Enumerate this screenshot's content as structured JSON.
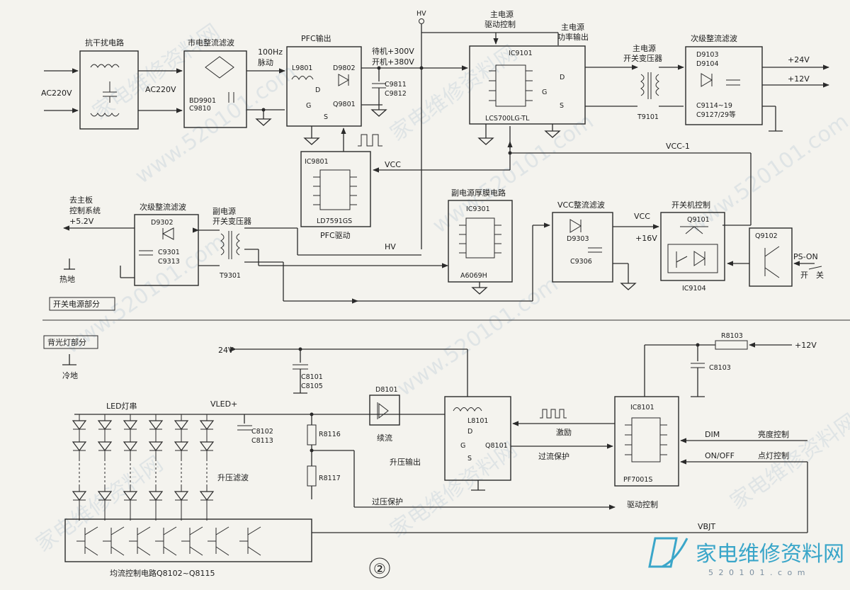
{
  "watermark": {
    "cn": "家电维修资料网",
    "url": "www.520101.com",
    "logo_sub": "5 2 0 1 0 1 . c o m"
  },
  "figure_number": "②",
  "sections": {
    "power": "开关电源部分",
    "backlight": "背光灯部分"
  },
  "power": {
    "emi": "抗干扰电路",
    "rect": "市电整流滤波",
    "ac_in": "AC220V",
    "ac_mid": "AC220V",
    "bd": "BD9901",
    "c9810": "C9810",
    "hz1": "100Hz",
    "hz2": "脉动",
    "pfc_out": "PFC输出",
    "l9801": "L9801",
    "d9802": "D9802",
    "q9801": "Q9801",
    "c9811": "C9811",
    "c9812": "C9812",
    "standby": "待机+300V",
    "on": "开机+380V",
    "hv": "HV",
    "main_drive1": "主电源",
    "main_drive2": "驱动控制",
    "main_out1": "主电源",
    "main_out2": "功率输出",
    "ic9101": "IC9101",
    "lcs": "LCS700LG-TL",
    "tr_main1": "主电源",
    "tr_main2": "开关变压器",
    "t9101": "T9101",
    "sec_rect": "次级整流滤波",
    "d9103": "D9103",
    "d9104": "D9104",
    "c9114": "C9114~19",
    "c9127": "C9127/29等",
    "out24": "+24V",
    "out12": "+12V",
    "ic9801": "IC9801",
    "ld": "LD7591GS",
    "pfc_drive": "PFC驱动",
    "vcc": "VCC",
    "vcc1": "VCC-1",
    "to_main1": "去主板",
    "to_main2": "控制系统",
    "v52": "+5.2V",
    "hot": "热地",
    "sub_rect": "次级整流滤波",
    "d9302": "D9302",
    "c9301": "C9301",
    "c9313": "C9313",
    "sub_tr1": "副电源",
    "sub_tr2": "开关变压器",
    "t9301": "T9301",
    "hv2": "HV",
    "sub_osc": "副电源厚膜电路",
    "ic9301": "IC9301",
    "a6069": "A6069H",
    "vcc_rect": "VCC整流滤波",
    "d9303": "D9303",
    "c9306": "C9306",
    "vcc2": "VCC",
    "v16": "+16V",
    "sw_ctrl": "开关机控制",
    "q9101": "Q9101",
    "ic9104": "IC9104",
    "q9102": "Q9102",
    "ps_on": "PS-ON",
    "kai": "开",
    "guan": "关"
  },
  "backlight": {
    "cold": "冷地",
    "v24": "24V",
    "c8101": "C8101",
    "c8105": "C8105",
    "led": "LED灯串",
    "vled": "VLED+",
    "c8102": "C8102",
    "c8113": "C8113",
    "r8116": "R8116",
    "r8117": "R8117",
    "d8101": "D8101",
    "xuliu": "续流",
    "l8101": "L8101",
    "q8101": "Q8101",
    "boost_out": "升压输出",
    "boost_filter": "升压滤波",
    "jili": "激励",
    "overcurrent": "过流保护",
    "overvoltage": "过压保护",
    "r8103": "R8103",
    "v12": "+12V",
    "c8103": "C8103",
    "ic8101": "IC8101",
    "pf": "PF7001S",
    "dim": "DIM",
    "brightness": "亮度控制",
    "onoff": "ON/OFF",
    "lamp": "点灯控制",
    "drive": "驱动控制",
    "vbjt": "VBJT",
    "current_ctrl": "均流控制电路Q8102~Q8115"
  }
}
